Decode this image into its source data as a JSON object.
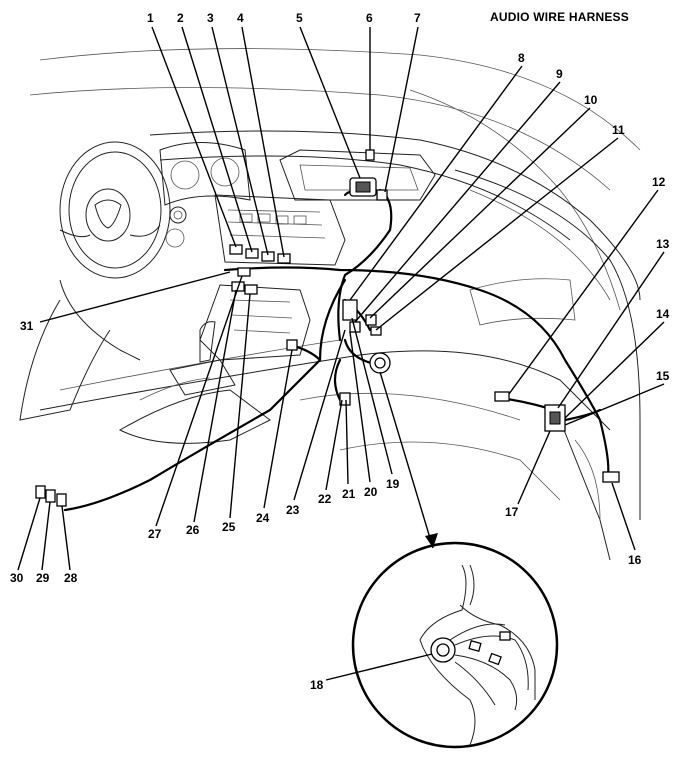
{
  "diagram": {
    "title": "AUDIO WIRE HARNESS",
    "callouts": [
      "1",
      "2",
      "3",
      "4",
      "5",
      "6",
      "7",
      "8",
      "9",
      "10",
      "11",
      "12",
      "13",
      "14",
      "15",
      "16",
      "17",
      "18",
      "19",
      "20",
      "21",
      "22",
      "23",
      "24",
      "25",
      "26",
      "27",
      "28",
      "29",
      "30",
      "31"
    ]
  }
}
